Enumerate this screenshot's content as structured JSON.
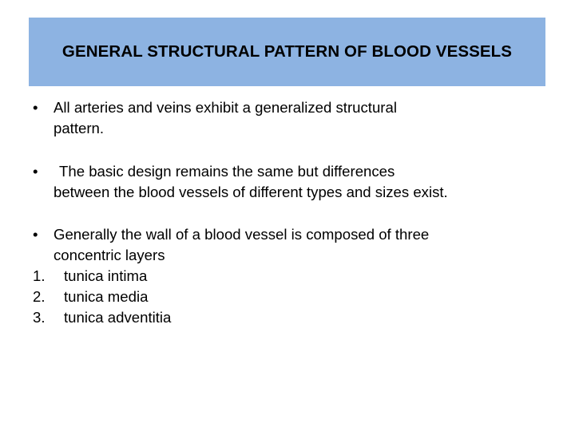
{
  "slide": {
    "title": "GENERAL STRUCTURAL PATTERN OF BLOOD VESSELS",
    "title_band_color": "#8DB3E2",
    "background_color": "#FFFFFF",
    "text_color": "#000000",
    "bullet_marker": "•",
    "bullets": [
      {
        "marker": "•",
        "lines": [
          "All arteries and veins exhibit a generalized structural",
          "pattern."
        ],
        "text": "All arteries and veins exhibit a generalized structural pattern."
      },
      {
        "marker": "•",
        "lines": [
          "The basic design remains the same but differences",
          "between the blood vessels of different types and sizes exist."
        ],
        "text": "The basic design remains the same but differences between the blood vessels of different types and sizes exist."
      },
      {
        "marker": "•",
        "lines": [
          "Generally the wall of a blood vessel is composed of three",
          "concentric layers"
        ],
        "text": "Generally the wall of a blood vessel is composed of three concentric layers"
      }
    ],
    "numbered_items": [
      {
        "marker": "1.",
        "label": "tunica intima"
      },
      {
        "marker": "2.",
        "label": "tunica media"
      },
      {
        "marker": "3.",
        "label": "tunica adventitia"
      }
    ]
  }
}
